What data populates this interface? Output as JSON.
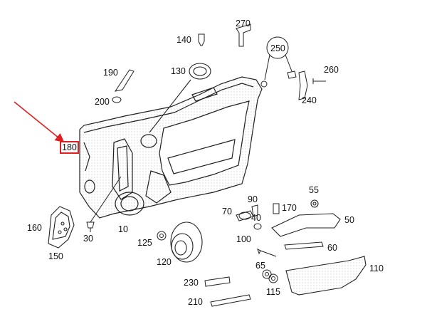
{
  "parts": {
    "p10": "10",
    "p30": "30",
    "p40": "40",
    "p50": "50",
    "p55": "55",
    "p60": "60",
    "p65": "65",
    "p70": "70",
    "p90": "90",
    "p100": "100",
    "p110": "110",
    "p115": "115",
    "p120": "120",
    "p125": "125",
    "p130": "130",
    "p140": "140",
    "p150": "150",
    "p160": "160",
    "p170": "170",
    "p180": "180",
    "p190": "190",
    "p200": "200",
    "p210": "210",
    "p230": "230",
    "p240": "240",
    "p250": "250",
    "p260": "260",
    "p270": "270"
  },
  "highlight": {
    "part": "180",
    "color": "#e02020"
  }
}
